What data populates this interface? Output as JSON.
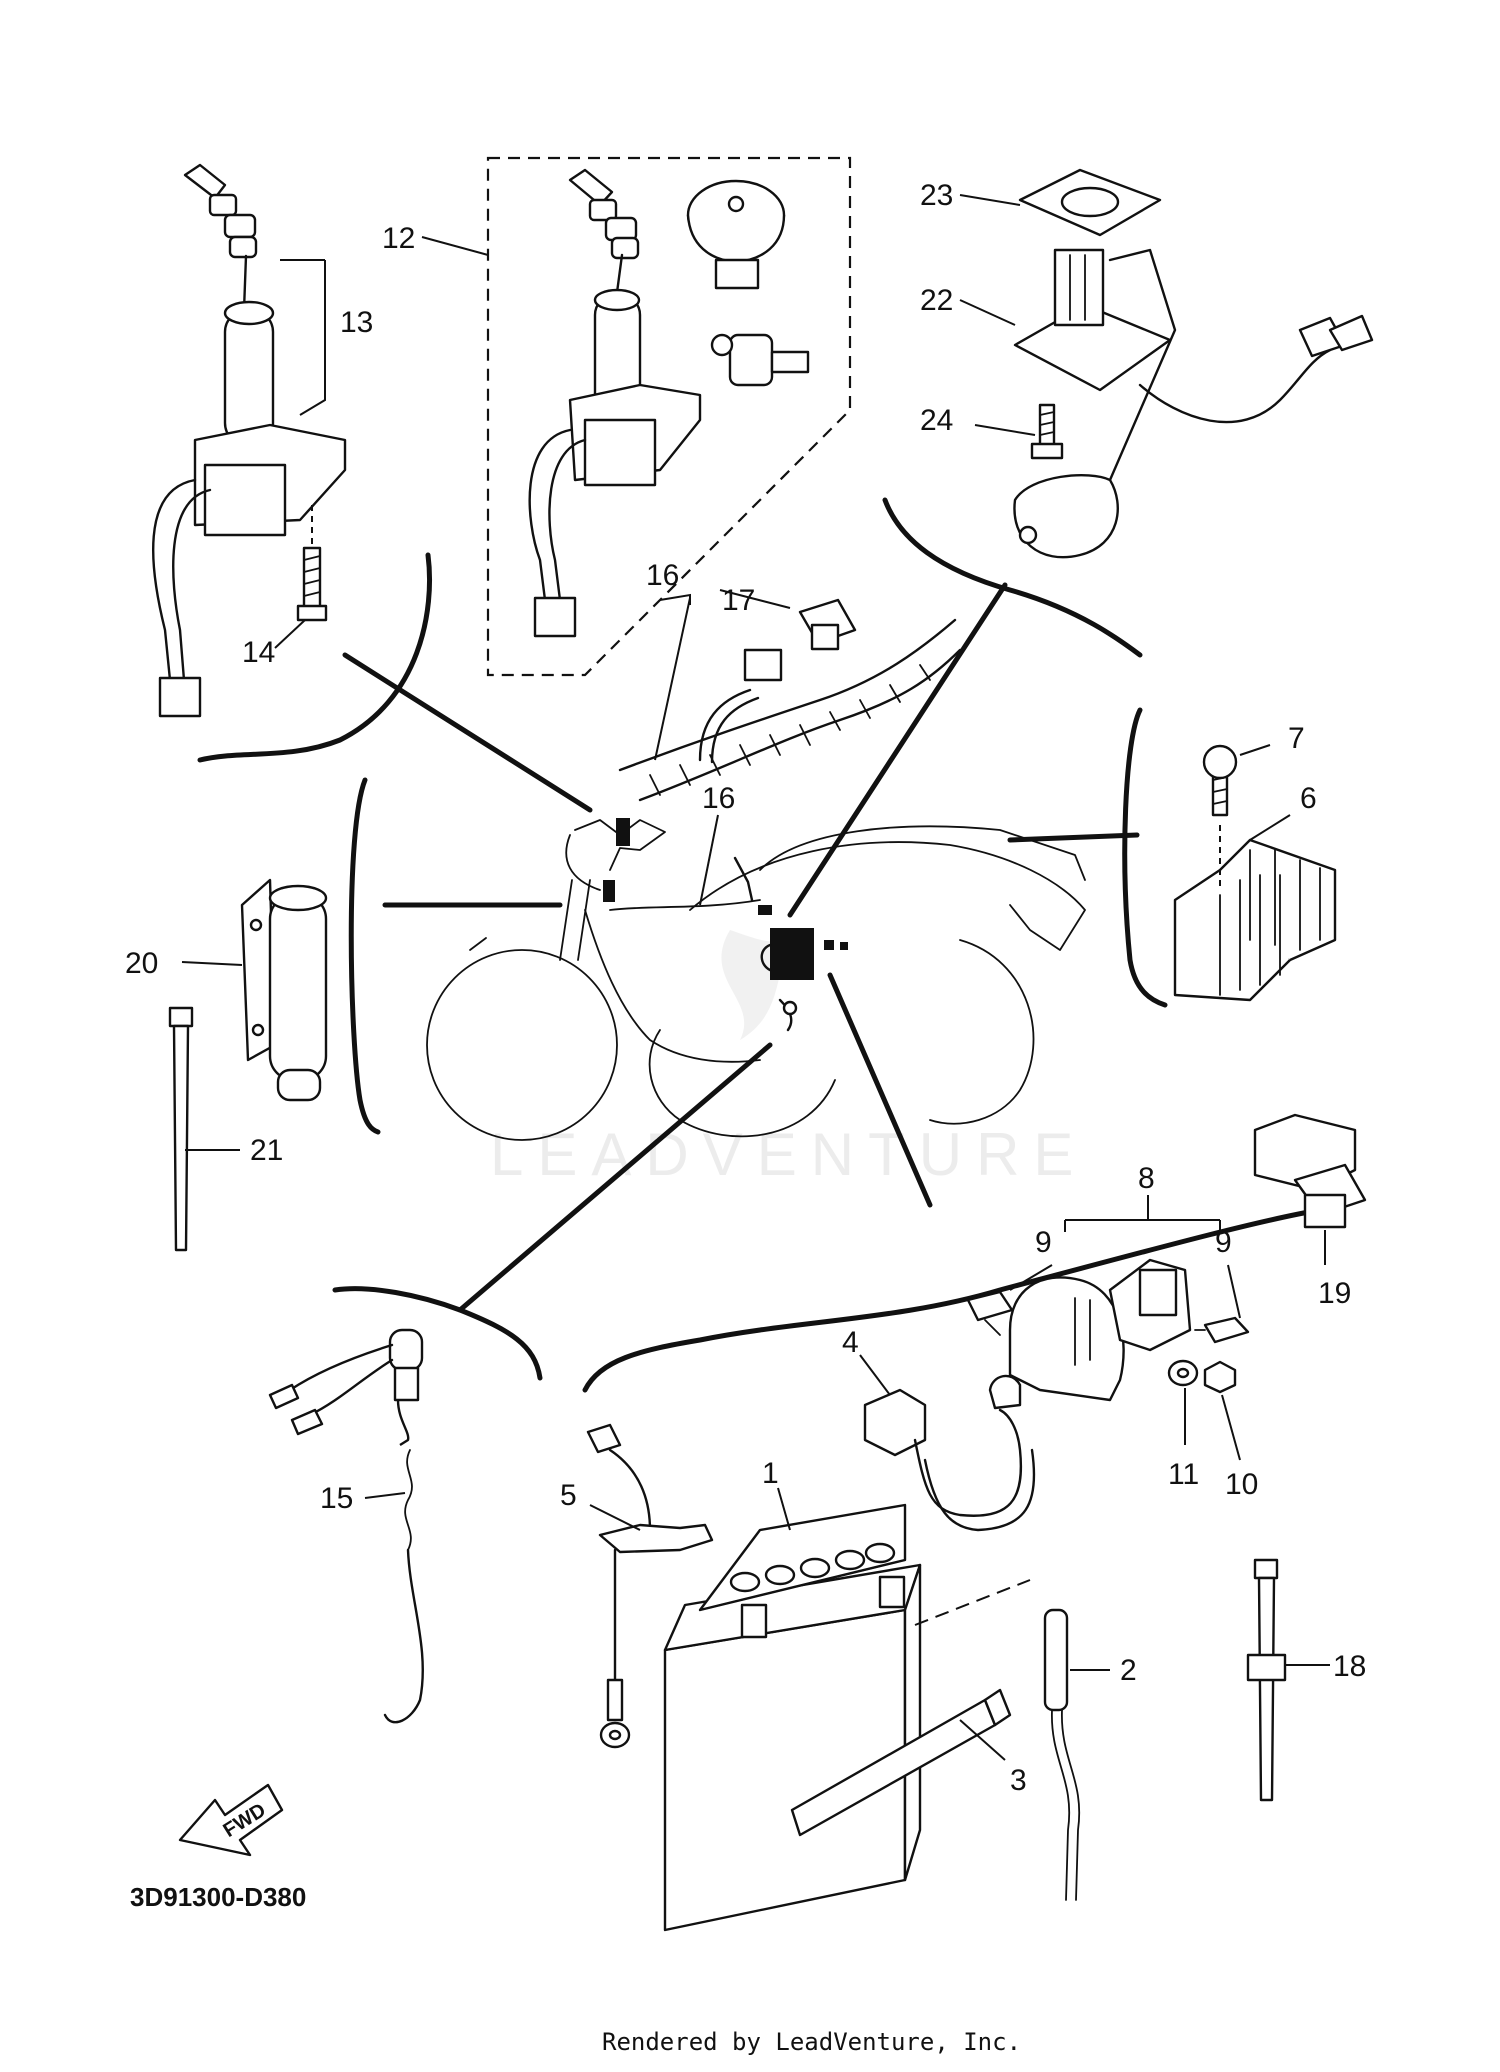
{
  "diagram": {
    "code": "3D91300-D380",
    "credit": "Rendered by LeadVenture, Inc.",
    "watermark": "LEADVENTURE",
    "fwd_label": "FWD",
    "callouts": {
      "c1": "1",
      "c2": "2",
      "c3": "3",
      "c4": "4",
      "c5": "5",
      "c6": "6",
      "c7": "7",
      "c8": "8",
      "c9a": "9",
      "c9b": "9",
      "c10": "10",
      "c11": "11",
      "c12": "12",
      "c13": "13",
      "c14": "14",
      "c15": "15",
      "c16a": "16",
      "c16b": "16",
      "c17": "17",
      "c18": "18",
      "c19": "19",
      "c20": "20",
      "c21": "21",
      "c22": "22",
      "c23": "23",
      "c24": "24"
    }
  }
}
